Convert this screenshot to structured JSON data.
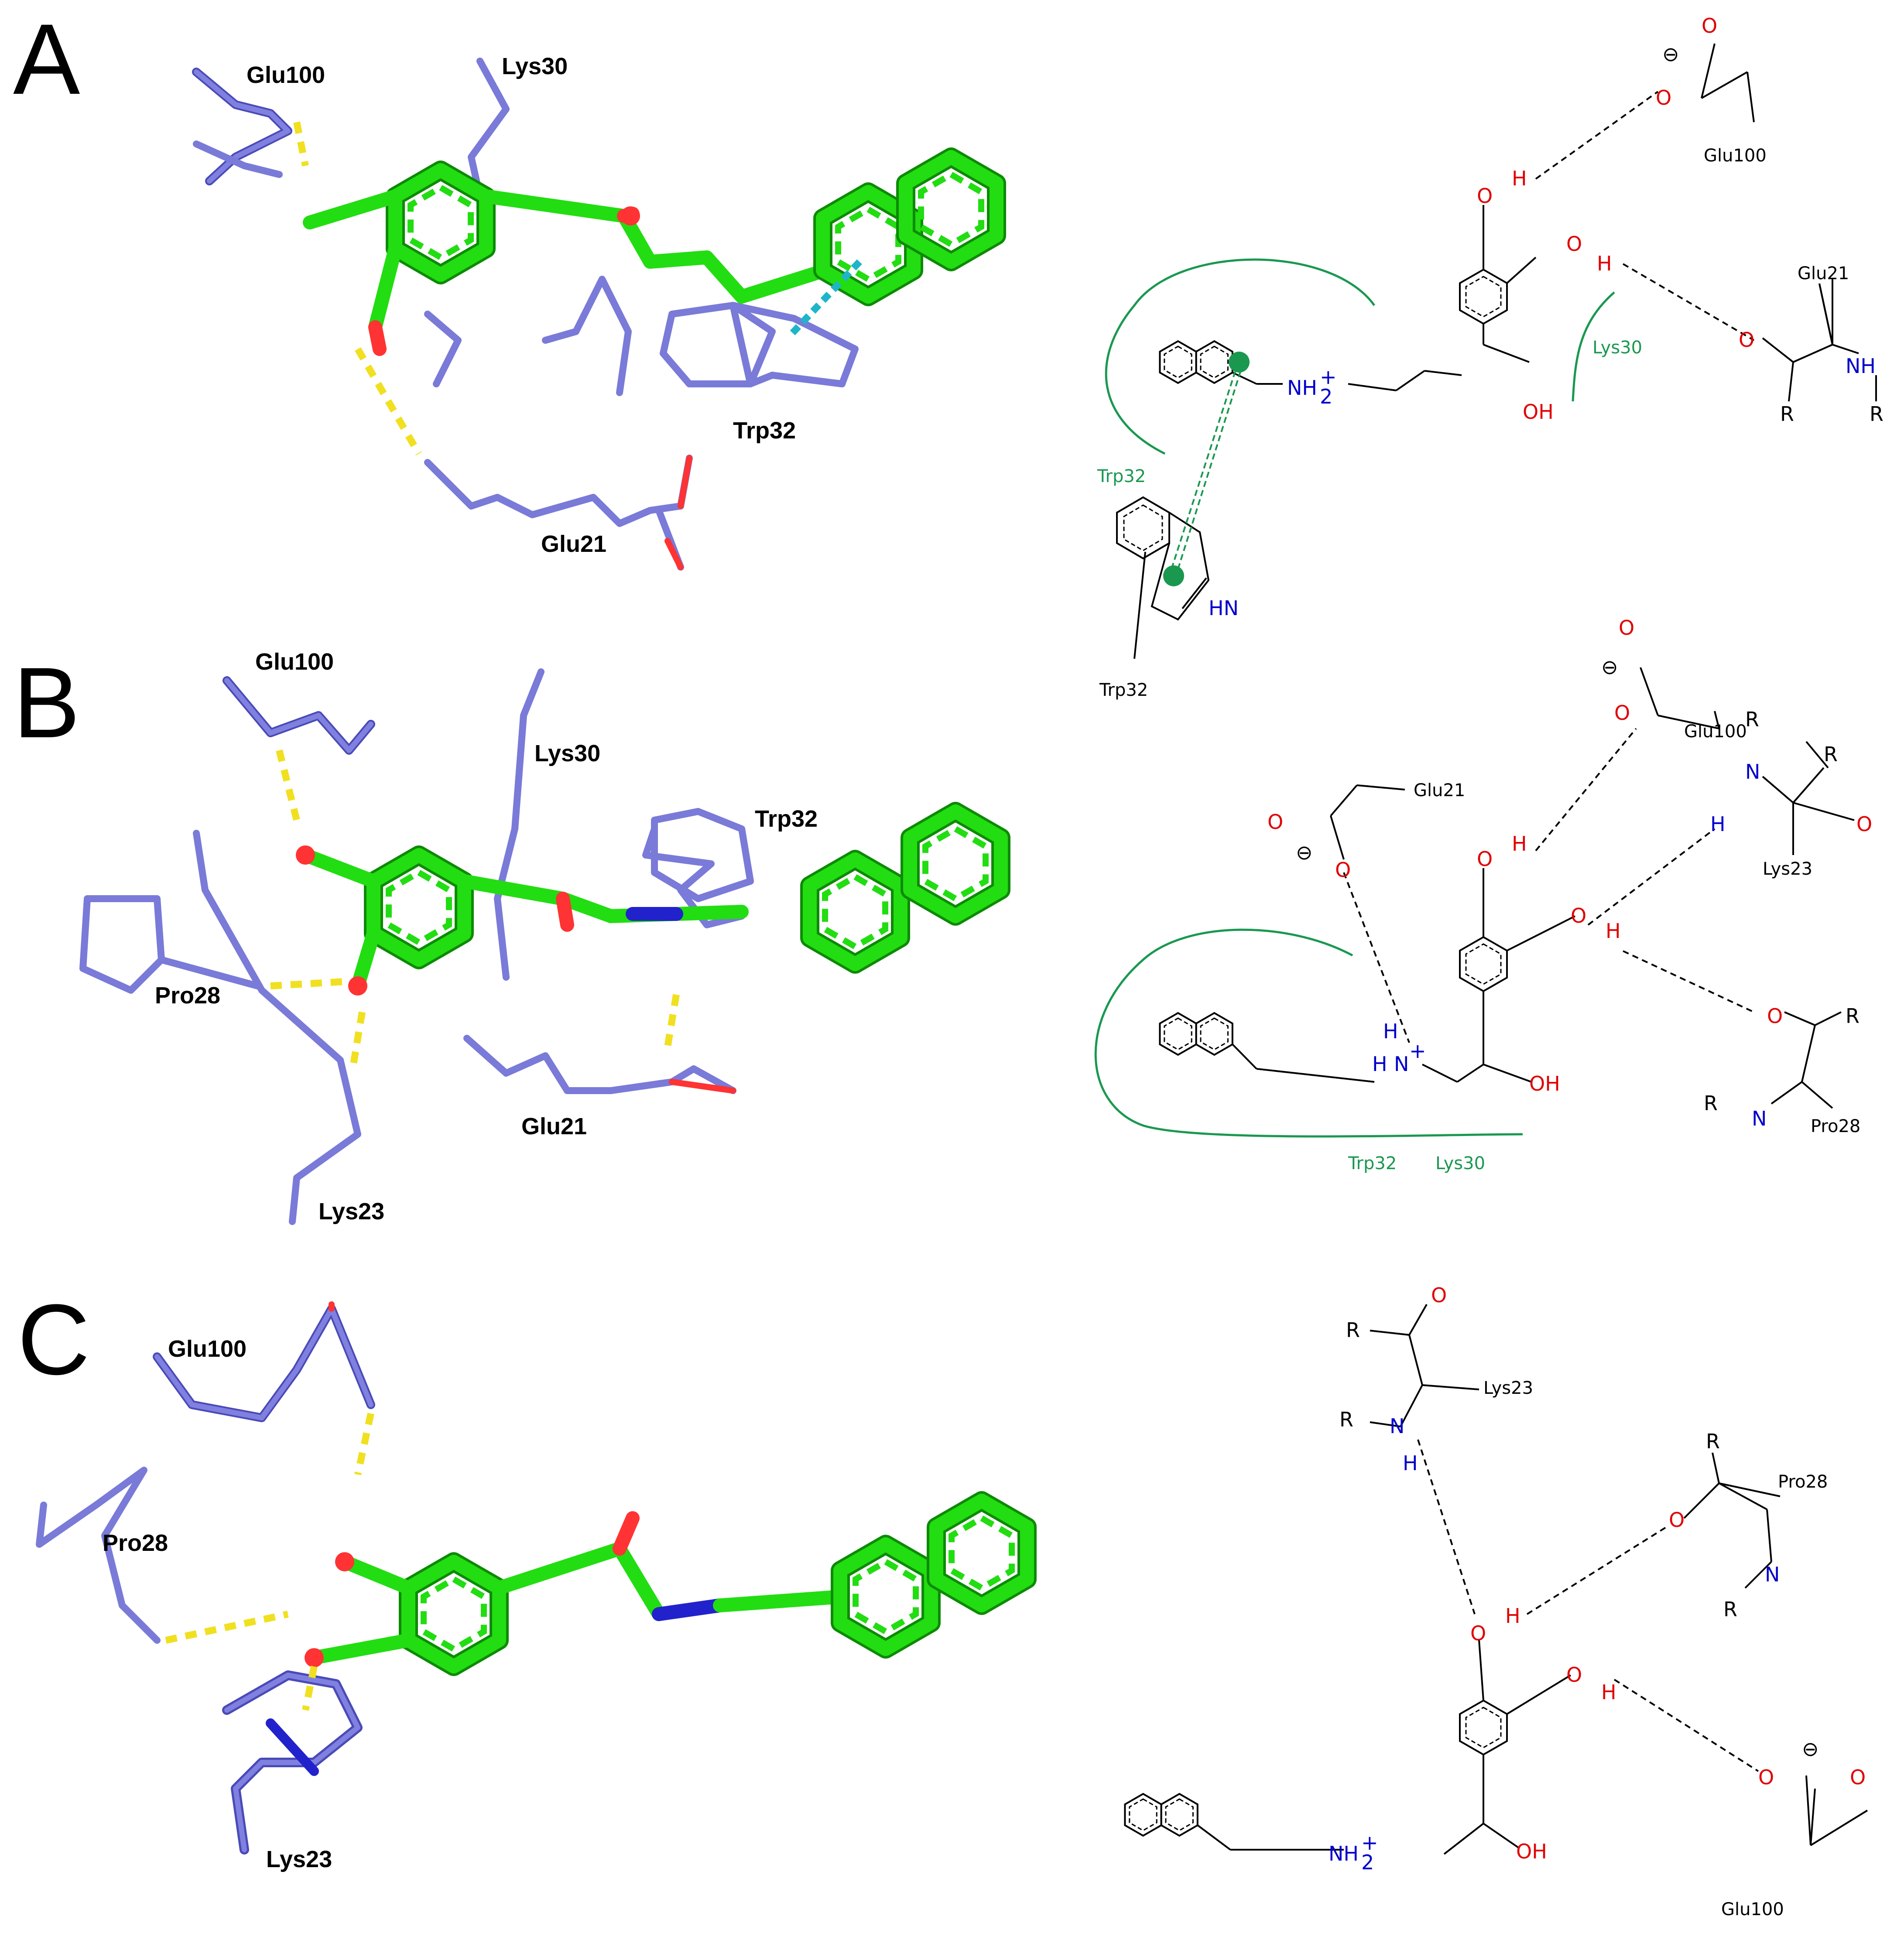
{
  "colors": {
    "ligand_carbon": "#22dd11",
    "protein_carbon": "#7a7ad8",
    "oxygen": "#ff2222",
    "nitrogen": "#2222cc",
    "hydrogen": "#dddddd",
    "hbond_3d": "#f0e020",
    "hydrophobic_2d": "#1a9850",
    "pi_stack": "#1fb5c9"
  },
  "panels": [
    {
      "id": "A",
      "label": "A",
      "residues_3d": [
        "Glu100",
        "Lys30",
        "Trp32",
        "Glu21"
      ],
      "diagram_2d": {
        "ligand_amine": "NH",
        "amine_sub": "2",
        "amine_charge": "+",
        "hydroxyl": "OH",
        "phenol_o": "O",
        "phenol_h": "H",
        "glu_o": "O",
        "charge_minus": "⊖",
        "nh": "NH",
        "indole_nh": "HN",
        "r": "R",
        "residues": [
          "Glu100",
          "Glu21",
          "Lys30",
          "Trp32",
          "Trp32"
        ]
      }
    },
    {
      "id": "B",
      "label": "B",
      "residues_3d": [
        "Glu100",
        "Lys30",
        "Trp32",
        "Pro28",
        "Glu21",
        "Lys23"
      ],
      "diagram_2d": {
        "amine_h": "H",
        "amine_n": "N",
        "amine_charge": "+",
        "hydroxyl": "OH",
        "o": "O",
        "h": "H",
        "n": "N",
        "r": "R",
        "charge_minus": "⊖",
        "residues": [
          "Glu100",
          "Glu21",
          "Lys23",
          "Pro28",
          "Trp32",
          "Lys30"
        ]
      }
    },
    {
      "id": "C",
      "label": "C",
      "residues_3d": [
        "Glu100",
        "Pro28",
        "Lys23"
      ],
      "diagram_2d": {
        "ligand_amine": "NH",
        "amine_sub": "2",
        "amine_charge": "+",
        "hydroxyl": "OH",
        "o": "O",
        "h": "H",
        "n": "N",
        "r": "R",
        "charge_minus": "⊖",
        "residues": [
          "Lys23",
          "Pro28",
          "Glu100"
        ]
      }
    }
  ]
}
